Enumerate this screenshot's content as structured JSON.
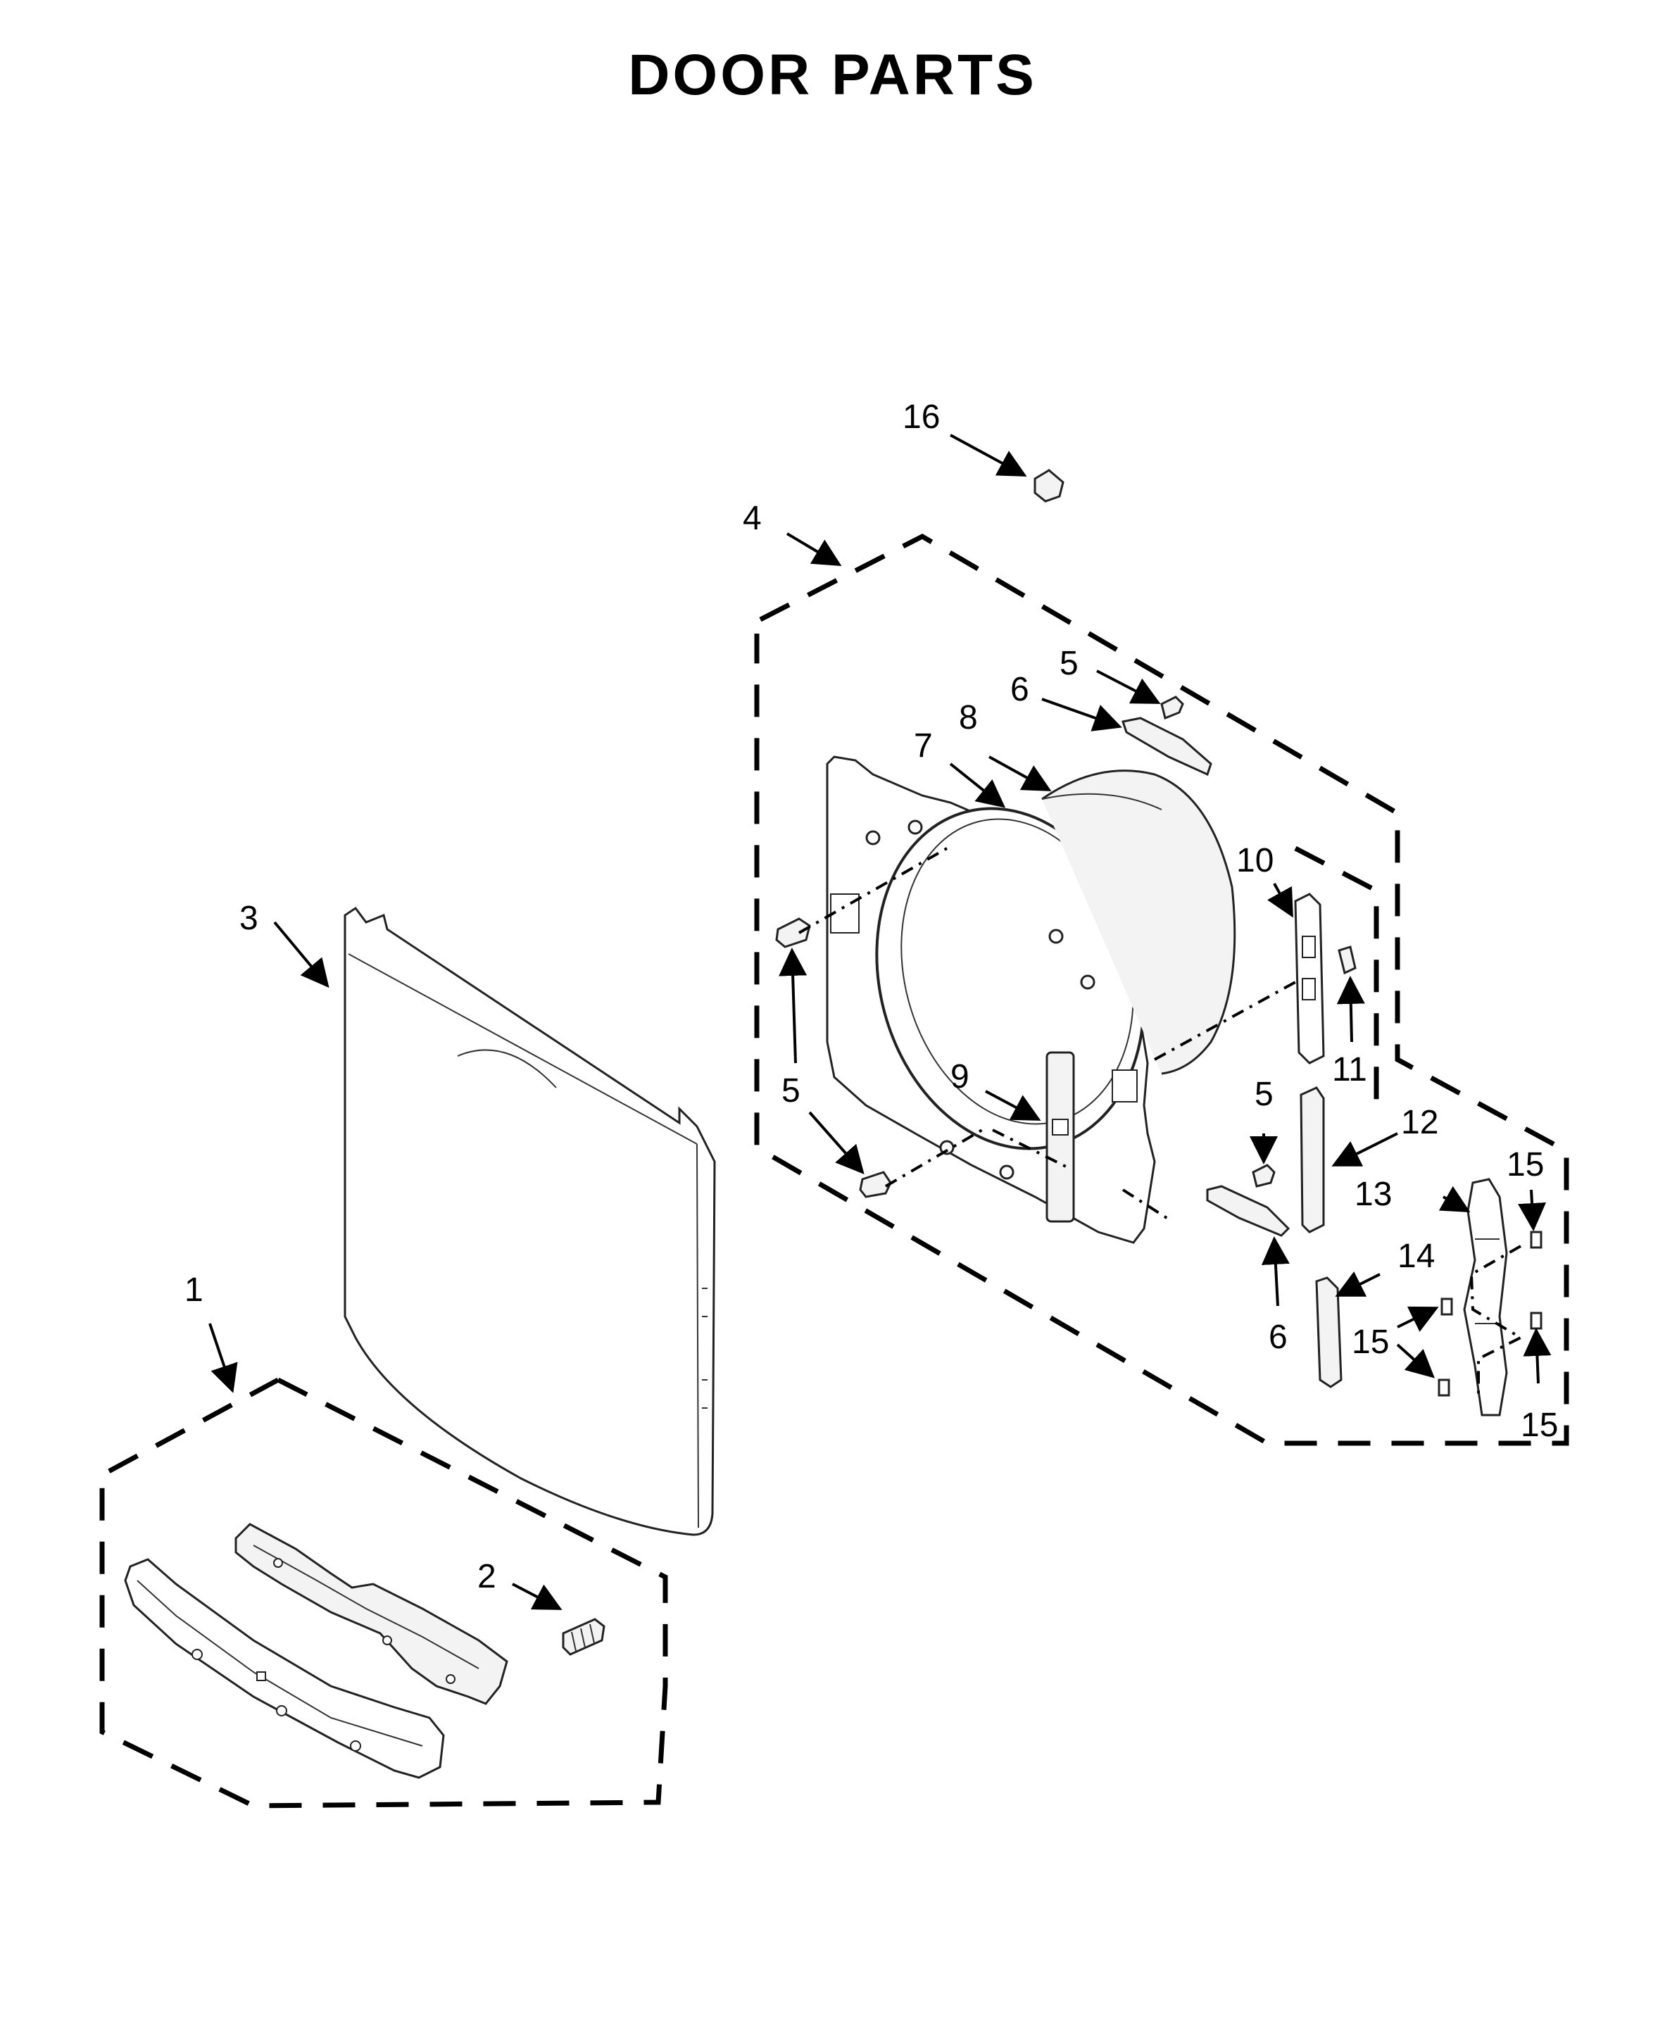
{
  "title": "DOOR PARTS",
  "callouts": [
    {
      "id": "c1",
      "label": "1"
    },
    {
      "id": "c2",
      "label": "2"
    },
    {
      "id": "c3",
      "label": "3"
    },
    {
      "id": "c4",
      "label": "4"
    },
    {
      "id": "c5a",
      "label": "5"
    },
    {
      "id": "c5b",
      "label": "5"
    },
    {
      "id": "c5c",
      "label": "5"
    },
    {
      "id": "c6a",
      "label": "6"
    },
    {
      "id": "c6b",
      "label": "6"
    },
    {
      "id": "c7",
      "label": "7"
    },
    {
      "id": "c8",
      "label": "8"
    },
    {
      "id": "c9",
      "label": "9"
    },
    {
      "id": "c10",
      "label": "10"
    },
    {
      "id": "c11",
      "label": "11"
    },
    {
      "id": "c12",
      "label": "12"
    },
    {
      "id": "c13",
      "label": "13"
    },
    {
      "id": "c14",
      "label": "14"
    },
    {
      "id": "c15a",
      "label": "15"
    },
    {
      "id": "c15b",
      "label": "15"
    },
    {
      "id": "c15c",
      "label": "15"
    },
    {
      "id": "c16",
      "label": "16"
    }
  ]
}
